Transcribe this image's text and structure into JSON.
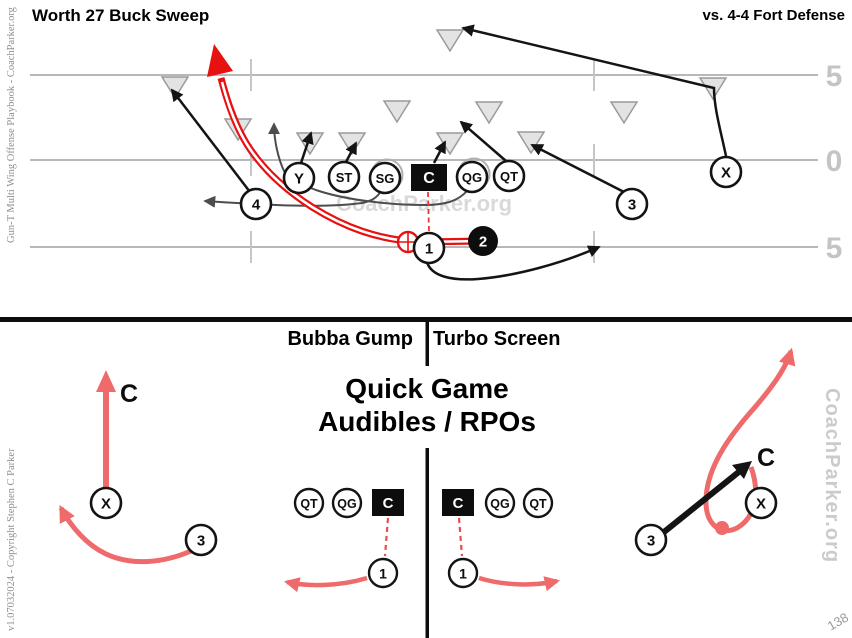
{
  "page": {
    "title": "Worth 27 Buck Sweep",
    "defense_label": "vs. 4-4 Fort Defense",
    "page_number": "138",
    "sidebar_top_text": "Gun-T Multi Wing Offense Playbook - CoachParker.org",
    "sidebar_bottom_text": "v1.07032024  -  Copyright Stephen C Parker",
    "watermark_center": "CoachParker.org",
    "watermark_right": "CoachParker.org"
  },
  "field": {
    "yard_top": "5",
    "yard_mid": "0",
    "yard_bottom": "5"
  },
  "players_top": {
    "y": "Y",
    "st": "ST",
    "sg": "SG",
    "c": "C",
    "qg": "QG",
    "qt": "QT",
    "x": "X",
    "p4": "4",
    "p1": "1",
    "p2": "2",
    "p3": "3"
  },
  "bottom": {
    "left_heading": "Bubba Gump",
    "right_heading": "Turbo Screen",
    "main_title_line1": "Quick Game",
    "main_title_line2": "Audibles / RPOs",
    "left_diagram": {
      "route_label": "C",
      "x": "X",
      "p3": "3"
    },
    "mid_left": {
      "qt": "QT",
      "qg": "QG",
      "c": "C",
      "p1": "1"
    },
    "mid_right": {
      "c": "C",
      "qg": "QG",
      "qt": "QT",
      "p1": "1"
    },
    "right_diagram": {
      "route_label": "C",
      "x": "X",
      "p3": "3"
    }
  },
  "colors": {
    "play_red": "#e81111",
    "audible_salmon": "#ef6a6a",
    "field_gray": "#b8b8b8",
    "defender_fill": "#e3e3e3",
    "pull_gray": "#4d4d4d"
  }
}
